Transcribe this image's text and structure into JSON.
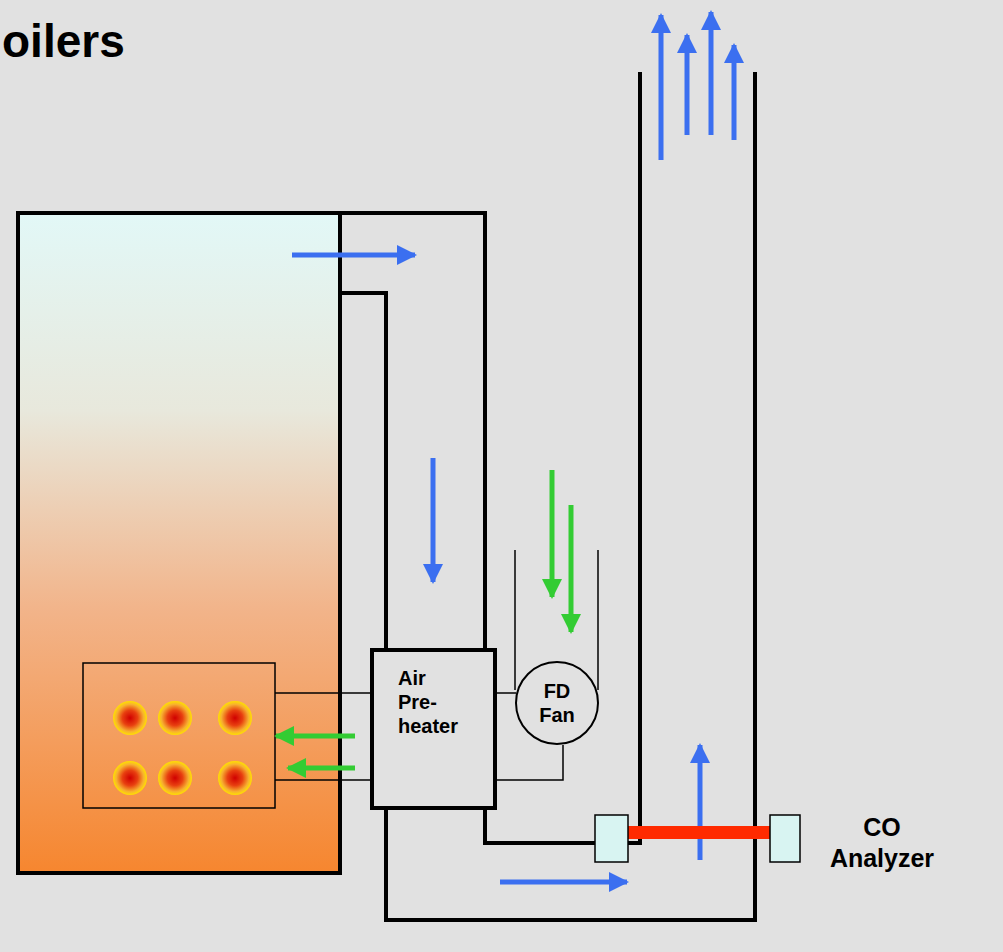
{
  "diagram": {
    "title": "oilers",
    "nodes": [
      {
        "text": [
          "Air Pre- heater"
        ]
      },
      {
        "text": [
          "FD Fan"
        ]
      }
    ],
    "edges": [
      {
        "from": 1,
        "to": 0,
        "arrow": "none"
      }
    ],
    "labels": [
      "CO Analyzer"
    ]
  }
}
